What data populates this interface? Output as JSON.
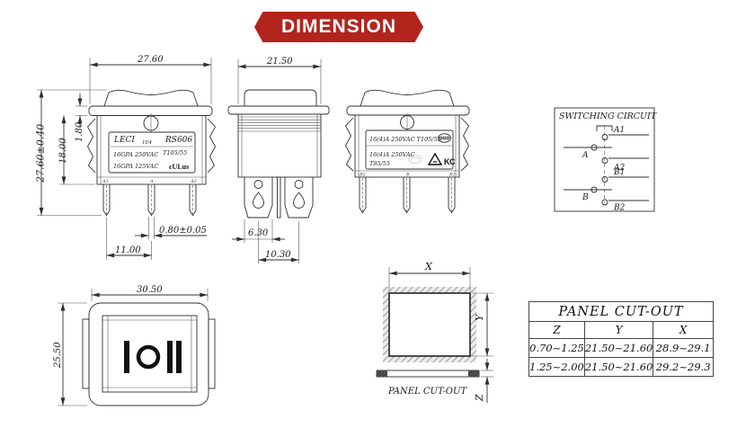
{
  "banner": {
    "label": "DIMENSION",
    "color": "#b2241c"
  },
  "front_view": {
    "dims": {
      "width": "27.60",
      "flange_thickness": "1.80",
      "body_height": "18.00",
      "total_height": "27.60±0.40",
      "terminal_thickness": "0.80±0.05",
      "terminal_pitch": "11.00"
    },
    "label": {
      "brand": "LECI",
      "cert_code": "1E4",
      "model": "RS606",
      "rating1": "16GPA 250VAC",
      "temp1": "T105/55",
      "rating2": "16GPA 125VAC"
    },
    "terminals": [
      "A1",
      "A",
      "A2"
    ]
  },
  "side_view": {
    "dims": {
      "width": "21.50",
      "terminal_width": "6.30",
      "terminal_pitch": "10.30"
    }
  },
  "rear_view": {
    "label": {
      "rating1": "16(4)A  250VAC T105/55",
      "rating2": "16(4)A 250VAC",
      "temp2": "T85/55"
    },
    "terminals": [
      "B2",
      "B",
      "B1"
    ]
  },
  "logos": {
    "ul": "cULus",
    "kc": "KC"
  },
  "circuit": {
    "title": "SWITCHING CIRCUIT",
    "contacts": {
      "a": "A",
      "a1": "A1",
      "a2": "A2",
      "b": "B",
      "b1": "B1",
      "b2": "B2"
    }
  },
  "top_view": {
    "dims": {
      "width": "30.50",
      "height": "25.50"
    },
    "marks": [
      "I",
      "O",
      "II"
    ]
  },
  "cutout": {
    "x": "X",
    "y": "Y",
    "z": "Z",
    "caption": "PANEL  CUT-OUT"
  },
  "table": {
    "title": "PANEL  CUT-OUT",
    "headers": [
      "Z",
      "Y",
      "X"
    ],
    "rows": [
      [
        "0.70~1.25",
        "21.50~21.60",
        "28.9~29.1"
      ],
      [
        "1.25~2.00",
        "21.50~21.60",
        "29.2~29.3"
      ]
    ]
  }
}
